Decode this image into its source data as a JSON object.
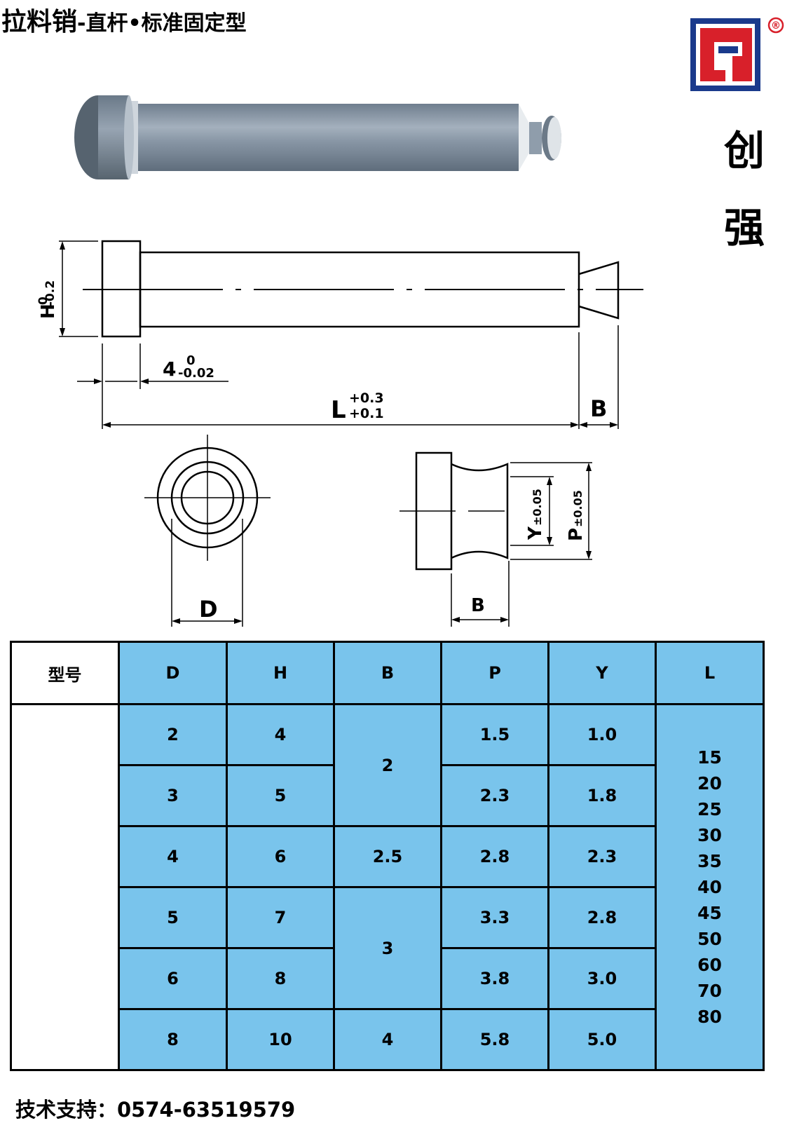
{
  "header": {
    "title_main": "拉料销",
    "title_sub": "-直杆•标准固定型"
  },
  "brand": {
    "char1": "创",
    "char2": "强",
    "registered_mark": "®"
  },
  "drawing": {
    "h_label": "H",
    "h_tol_upper": "0",
    "h_tol_lower": "-0.2",
    "head_label": "4",
    "head_tol_upper": "0",
    "head_tol_lower": "-0.02",
    "l_label": "L",
    "l_tol_upper": "+0.3",
    "l_tol_lower": "+0.1",
    "b_label": "B",
    "d_label": "D",
    "b_label_2": "B",
    "y_label": "Y",
    "y_tol": "±0.05",
    "p_label": "P",
    "p_tol": "±0.05"
  },
  "table": {
    "headers": {
      "model": "型号",
      "d": "D",
      "h": "H",
      "b": "B",
      "p": "P",
      "y": "Y",
      "l": "L"
    },
    "rows": [
      {
        "d": "2",
        "h": "4",
        "p": "1.5",
        "y": "1.0"
      },
      {
        "d": "3",
        "h": "5",
        "p": "2.3",
        "y": "1.8"
      },
      {
        "d": "4",
        "h": "6",
        "p": "2.8",
        "y": "2.3"
      },
      {
        "d": "5",
        "h": "7",
        "p": "3.3",
        "y": "2.8"
      },
      {
        "d": "6",
        "h": "8",
        "p": "3.8",
        "y": "3.0"
      },
      {
        "d": "8",
        "h": "10",
        "p": "5.8",
        "y": "5.0"
      }
    ],
    "b_groups": [
      "2",
      "2.5",
      "3",
      "4"
    ],
    "l_values": [
      "15",
      "20",
      "25",
      "30",
      "35",
      "40",
      "45",
      "50",
      "60",
      "70",
      "80"
    ]
  },
  "footer": {
    "support": "技术支持：0574-63519579"
  },
  "colors": {
    "cell_blue": "#79c4ec",
    "logo_red": "#d8202a",
    "logo_blue": "#1a3a8c",
    "pin_gray": "#8a98a8"
  }
}
